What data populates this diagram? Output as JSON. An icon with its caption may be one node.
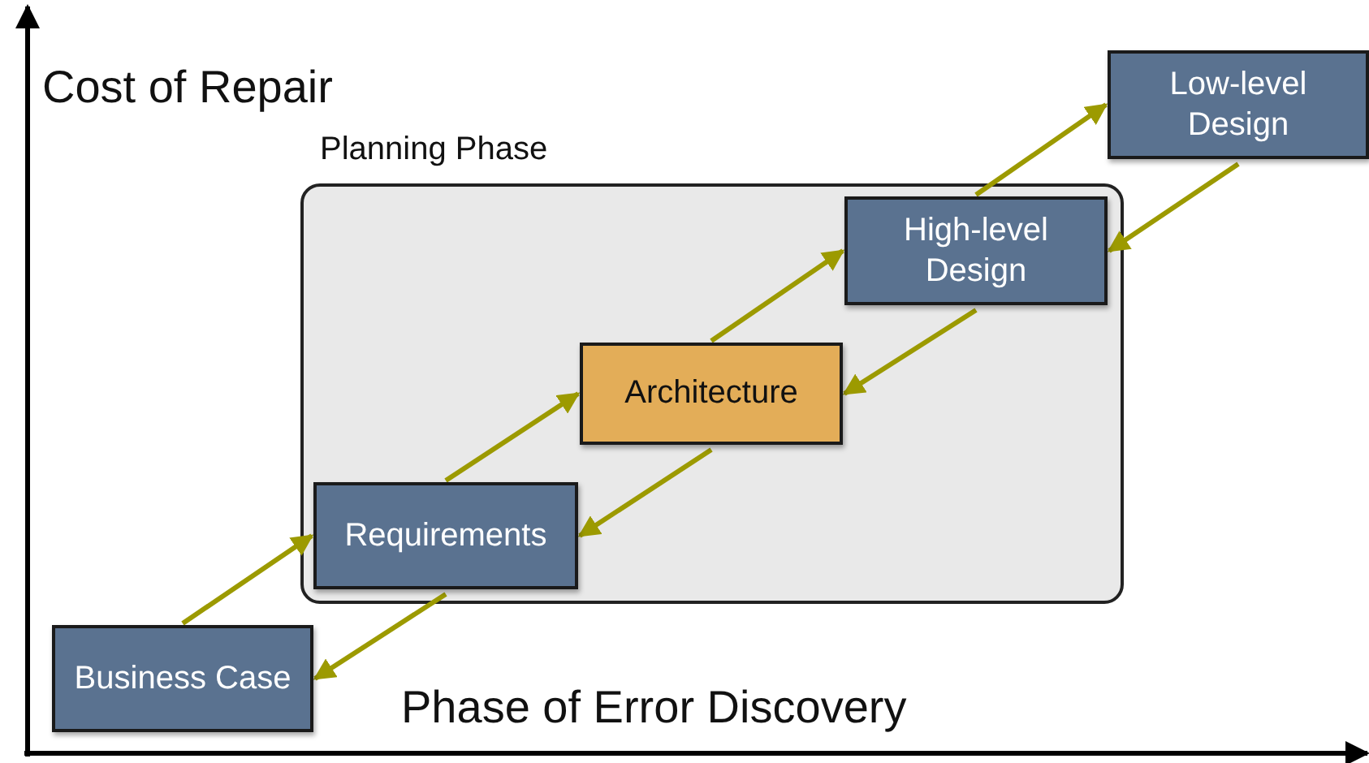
{
  "diagram": {
    "nodes": [
      {
        "text": [
          "Planning Phase"
        ]
      },
      {
        "text": [
          "Business Case"
        ]
      },
      {
        "text": [
          "Requirements"
        ],
        "in": 0
      },
      {
        "text": [
          "Architecture"
        ],
        "in": 0
      },
      {
        "text": [
          "High-level Design"
        ],
        "in": 0
      },
      {
        "text": [
          "Low-level Design"
        ]
      }
    ],
    "edges": [
      {
        "from": 1,
        "to": 2,
        "arrow": "to"
      },
      {
        "from": 2,
        "to": 3,
        "arrow": "to"
      },
      {
        "from": 3,
        "to": 4,
        "arrow": "to"
      },
      {
        "from": 4,
        "to": 5,
        "arrow": "to"
      },
      {
        "from": 5,
        "to": 4,
        "arrow": "to"
      },
      {
        "from": 4,
        "to": 3,
        "arrow": "to"
      },
      {
        "from": 3,
        "to": 2,
        "arrow": "to"
      },
      {
        "from": 2,
        "to": 1,
        "arrow": "to"
      }
    ],
    "labels": [
      "Cost of Repair",
      "Phase of Error Discovery"
    ]
  }
}
